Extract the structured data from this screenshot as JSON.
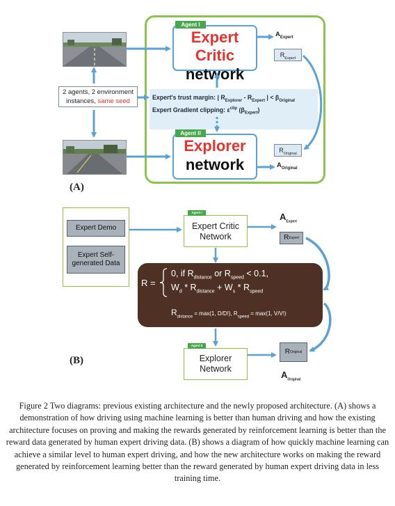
{
  "diagram_a": {
    "panel_label": "(A)",
    "env_label": {
      "text": "2 agents, 2 environment instances, ",
      "highlight": "same seed"
    },
    "expert": {
      "agent_tag": "Agent I",
      "title": "Expert Critic",
      "subtitle": "network",
      "output": "Expert",
      "reward": "Expert"
    },
    "explorer": {
      "agent_tag": "Agent II",
      "title": "Explorer",
      "subtitle": "network",
      "output": "Original",
      "reward": "Original"
    },
    "trust_margin": {
      "prefix": "Expert's trust margin: | R",
      "sub1": "Explorer",
      "mid": " - R",
      "sub2": "Expert",
      "suffix": " | < β",
      "sub3": "Original"
    },
    "gradient_clip": {
      "prefix": "Expert Gradient clipping: ε",
      "sup": "clip",
      "paren": " (β",
      "sub": "Expert",
      "close": ")"
    }
  },
  "diagram_b": {
    "panel_label": "(B)",
    "inputs": [
      "Expert Demo",
      "Expert Self-generated Data"
    ],
    "expert": {
      "agent_tag": "Agent I",
      "line1": "Expert Critic",
      "line2": "Network",
      "output": "Expert",
      "reward": "Expert"
    },
    "explorer": {
      "agent_tag": "Agent II",
      "line1": "Explorer",
      "line2": "Network",
      "output": "Original",
      "reward": "Original"
    },
    "formula": {
      "lhs": "R =",
      "case1": {
        "a": "0, if R",
        "s1": "distance",
        "b": " or R",
        "s2": "speed",
        "c": " < 0.1,"
      },
      "case2": {
        "a": "W",
        "s1": "d",
        "b": " * R",
        "s2": "distance",
        "c": " + W",
        "s3": "s",
        "d": " * R",
        "s4": "speed"
      },
      "defs": {
        "a": "R",
        "s1": "distance",
        "b": " = max(1, D/D!), R",
        "s2": "speed",
        "c": " = max(1, V/V!)"
      }
    }
  },
  "caption": "Figure 2 Two diagrams: previous existing architecture and the newly proposed architecture. (A) shows a demonstration of how driving using machine learning is better than human driving and how the existing architecture focuses on proving and making the rewards generated by reinforcement learning is better than the reward data generated by human expert driving data. (B) shows a diagram of how quickly machine learning can achieve a similar level to human expert driving, and how the new architecture works on making the reward generated by reinforcement learning better than the reward generated by human expert driving data in less training time.",
  "colors": {
    "green": "#8cc44a",
    "agent_green": "#45a84a",
    "blue": "#5aa1d6",
    "red": "#e8322d",
    "formula_bg": "#4e3124",
    "trust_bg": "#dfeef7"
  },
  "icons": [
    "driving-scene-image",
    "arrow-right-icon",
    "double-arrow-icon",
    "loop-arrow-icon"
  ]
}
